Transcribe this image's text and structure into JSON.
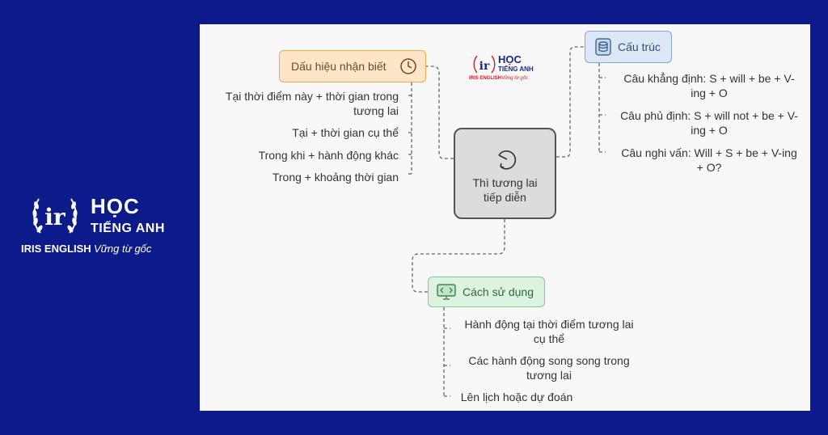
{
  "brand": {
    "hoc": "HỌC",
    "tieng_anh": "TIẾNG ANH",
    "iris": "IRIS ENGLISH",
    "slogan": "Vững từ gốc",
    "color": "#ffffff",
    "background": "#0c1a8a"
  },
  "diagram": {
    "center": {
      "line1": "Thì tương lai",
      "line2": "tiếp diễn",
      "icon": "refresh-clock-icon"
    },
    "signs": {
      "label": "Dấu hiệu nhận biết",
      "icon": "clock-icon",
      "color": "#f0a655",
      "items": [
        "Tại thời điểm này + thời gian trong\ntương lai",
        "Tại + thời gian cụ thể",
        "Trong khi + hành động khác",
        "Trong + khoảng thời gian"
      ]
    },
    "structure": {
      "label": "Cấu trúc",
      "icon": "database-icon",
      "color": "#7ea7e0",
      "items": [
        "Câu khẳng định: S + will + be + V-\ning + O",
        "Câu phủ định: S + will not + be + V-\ning + O",
        "Câu nghi vấn: Will + S + be + V-ing\n+ O?"
      ]
    },
    "usage": {
      "label": "Cách sử dụng",
      "icon": "monitor-code-icon",
      "color": "#7bcf8c",
      "items": [
        "Hành động tại thời điểm tương lai\ncụ thể",
        "Các hành động song song trong\ntương lai",
        "Lên lịch hoặc dự đoán"
      ]
    }
  },
  "watermark": {
    "hoc": "HỌC",
    "tieng_anh": "TIẾNG ANH",
    "iris": "IRIS ENGLISH",
    "slogan": "Vững từ gốc"
  }
}
